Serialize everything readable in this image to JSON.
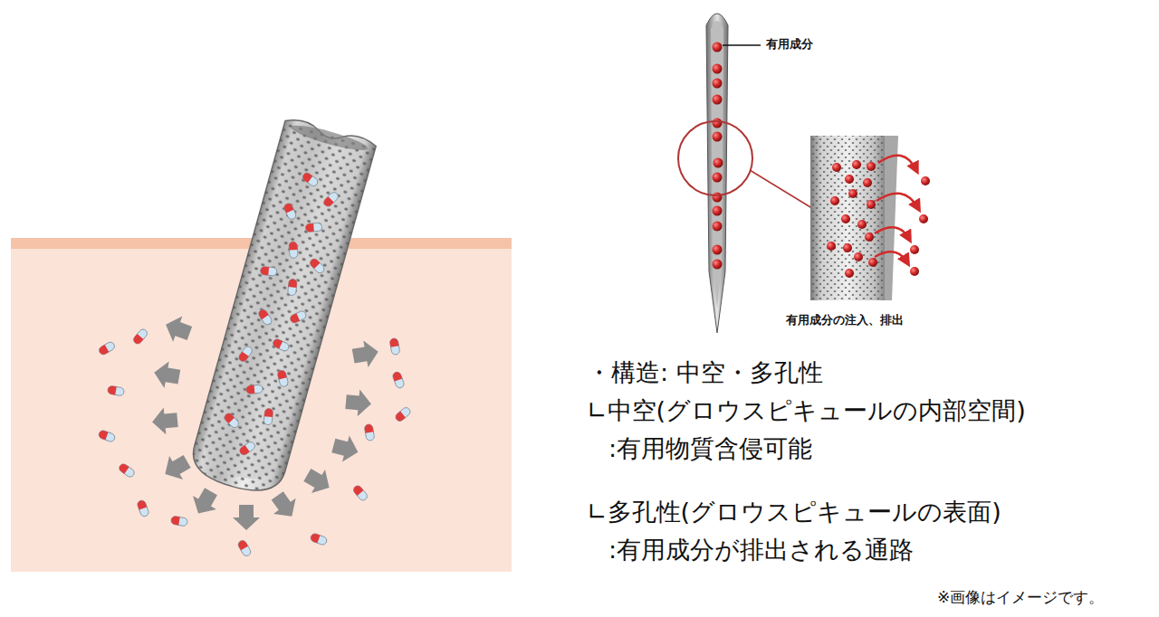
{
  "diagram": {
    "labels": [
      "有用成分",
      "有用成分の注入、排出",
      "・構造: 中空・多孔性",
      "∟中空(グロウスピキュールの内部空間)",
      ":有用物質含侵可能",
      "∟多孔性(グロウスピキュールの表面)",
      ":有用成分が排出される通路",
      "※画像はイメージです。"
    ]
  }
}
